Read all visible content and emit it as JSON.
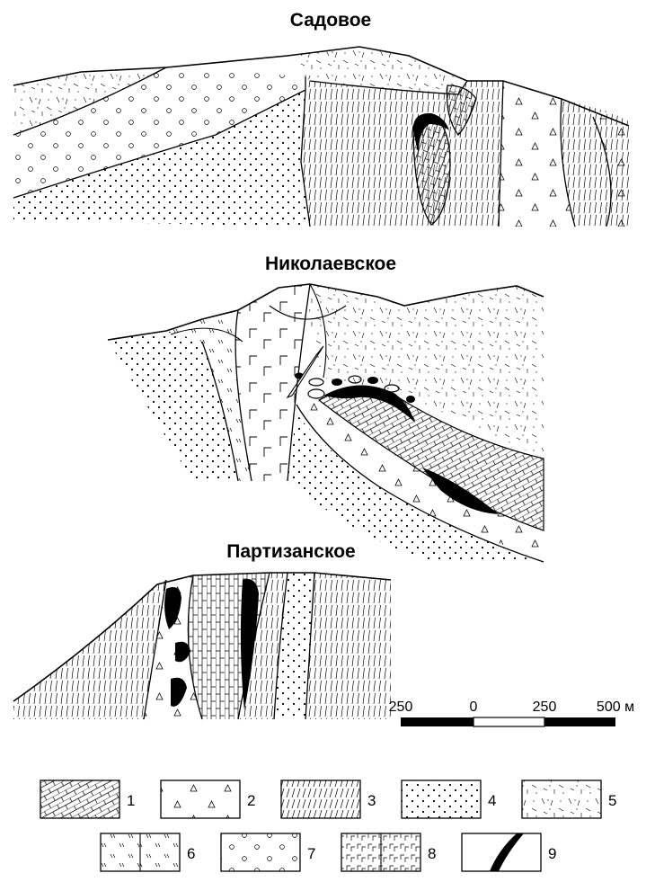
{
  "sections": [
    {
      "title": "Садовое"
    },
    {
      "title": "Николаевское"
    },
    {
      "title": "Партизанское"
    }
  ],
  "scale": {
    "labels": [
      "250",
      "0",
      "250",
      "500 м"
    ]
  },
  "legend": [
    {
      "num": "1",
      "pattern": "limestone"
    },
    {
      "num": "2",
      "pattern": "triangles"
    },
    {
      "num": "3",
      "pattern": "slanted-lines"
    },
    {
      "num": "4",
      "pattern": "dots"
    },
    {
      "num": "5",
      "pattern": "dashes-dots"
    },
    {
      "num": "6",
      "pattern": "split-dashes"
    },
    {
      "num": "7",
      "pattern": "circles"
    },
    {
      "num": "8",
      "pattern": "gamma-marks"
    },
    {
      "num": "9",
      "pattern": "black-lens"
    }
  ]
}
